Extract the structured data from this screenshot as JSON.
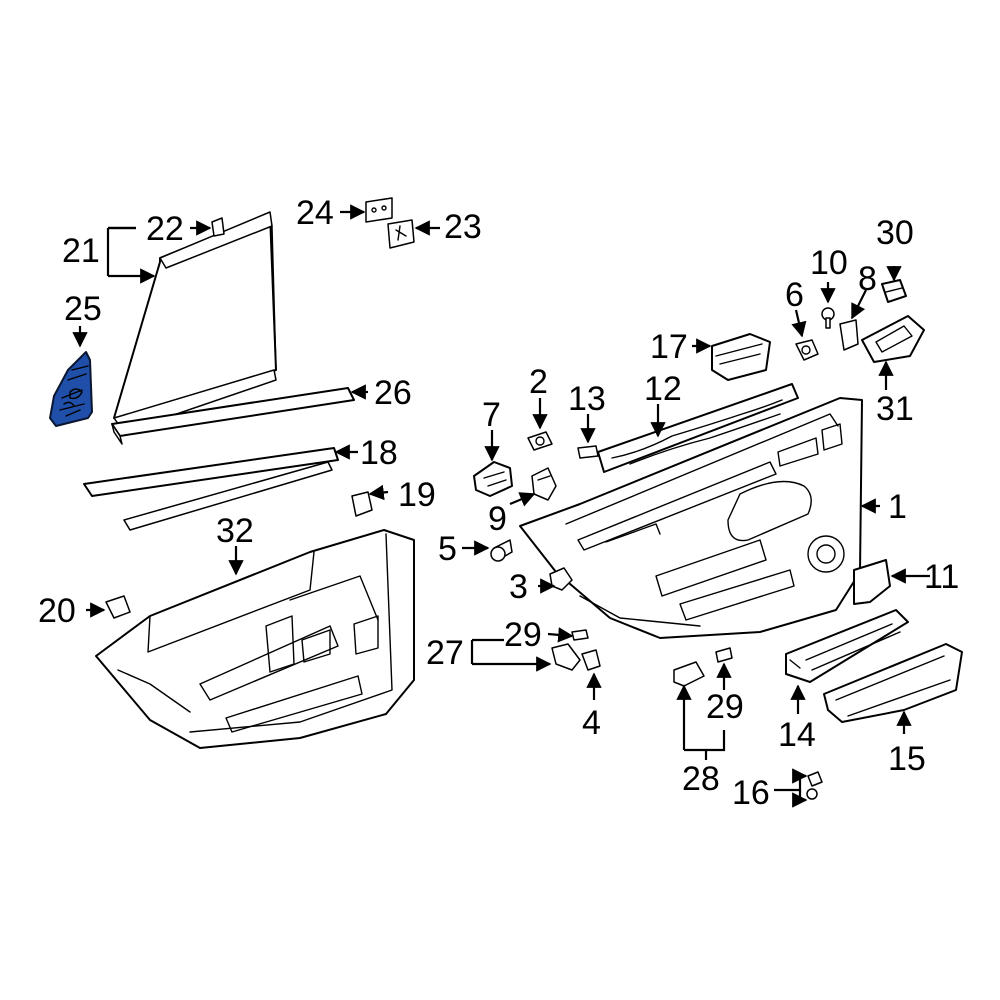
{
  "diagram": {
    "highlight_color": "#1f4fa8",
    "highlighted_part": "25",
    "callouts": {
      "c1": "1",
      "c2": "2",
      "c3": "3",
      "c4": "4",
      "c5": "5",
      "c6": "6",
      "c7": "7",
      "c8": "8",
      "c9": "9",
      "c10": "10",
      "c11": "11",
      "c12": "12",
      "c13": "13",
      "c14": "14",
      "c15": "15",
      "c16": "16",
      "c17": "17",
      "c18": "18",
      "c19": "19",
      "c20": "20",
      "c21": "21",
      "c22": "22",
      "c23": "23",
      "c24": "24",
      "c25": "25",
      "c26": "26",
      "c27": "27",
      "c28": "28",
      "c29a": "29",
      "c29b": "29",
      "c30": "30",
      "c31": "31",
      "c32": "32"
    }
  }
}
